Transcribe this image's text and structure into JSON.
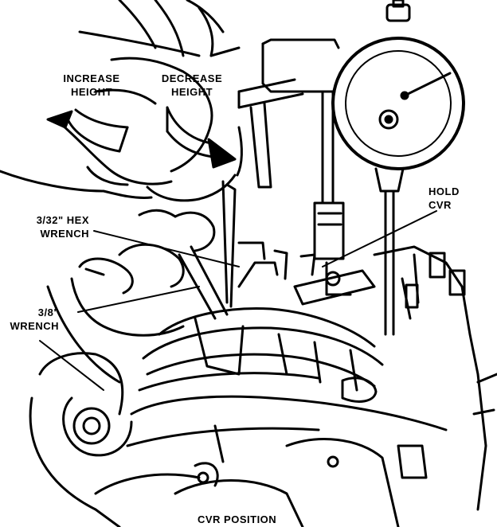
{
  "labels": {
    "increase_height": "INCREASE\nHEIGHT",
    "decrease_height": "DECREASE\nHEIGHT",
    "hold_cvr": "HOLD\nCVR",
    "hex_wrench": "3/32\" HEX\nWRENCH",
    "wrench_38": "3/8\"\nWRENCH",
    "caption": "CVR POSITION"
  },
  "colors": {
    "ink": "#000000",
    "paper": "#ffffff"
  }
}
